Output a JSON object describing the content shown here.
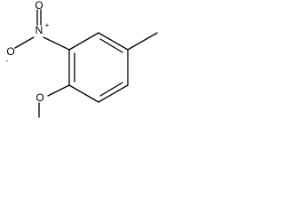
{
  "structure": {
    "atoms": {
      "nitro_oxygen_negative": {
        "symbol": "O",
        "charge": "-"
      },
      "nitro_nitrogen": {
        "symbol": "N",
        "charge": "+"
      },
      "nitro_oxygen_double": {
        "symbol": "O"
      },
      "methoxy_oxygen": {
        "symbol": "O"
      }
    }
  }
}
